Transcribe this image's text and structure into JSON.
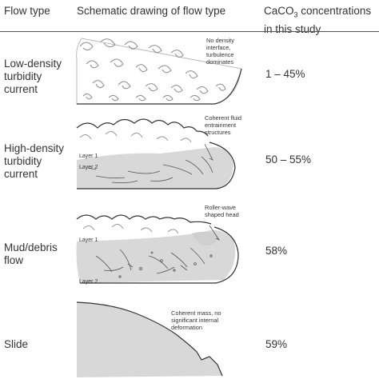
{
  "header": {
    "col1": "Flow type",
    "col2": "Schematic drawing of flow type",
    "col3_line1_prefix": "CaCO",
    "col3_line1_sub": "3",
    "col3_line1_suffix": " concentrations",
    "col3_line2": "in this study"
  },
  "rows": [
    {
      "flow_type": [
        "Low-density",
        "turbidity",
        "current"
      ],
      "annotation": [
        "No density",
        "interface,",
        "turbulence",
        "dominates"
      ],
      "concentration": "1 – 45%"
    },
    {
      "flow_type": [
        "High-density",
        "turbidity",
        "current"
      ],
      "annotation": [
        "Coherent fluid",
        "entrainment",
        "structures"
      ],
      "layers": [
        "Layer 1",
        "Layer 2"
      ],
      "concentration": "50 – 55%"
    },
    {
      "flow_type": [
        "Mud/debris",
        "flow"
      ],
      "annotation": [
        "Roller-wave",
        "shaped head"
      ],
      "layers": [
        "Layer 1",
        "Layer 2"
      ],
      "concentration": "58%"
    },
    {
      "flow_type": [
        "Slide"
      ],
      "annotation": [
        "Coherent mass, no",
        "significant internal",
        "deformation"
      ],
      "concentration": "59%"
    }
  ]
}
